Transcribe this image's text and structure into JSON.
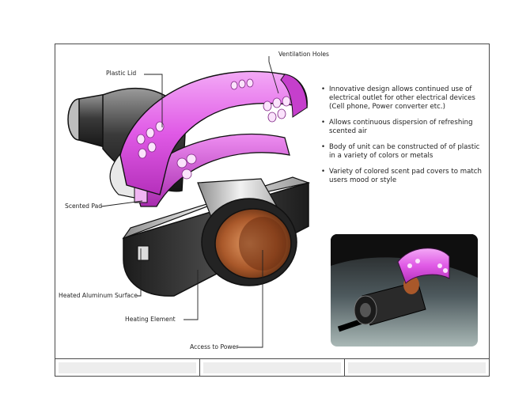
{
  "features": [
    "Innovative design allows continued use of electrical outlet for other electrical devices (Cell phone, Power converter etc.)",
    "Allows continuous dispersion of refreshing scented air",
    "Body of unit can be constructed of of plastic in a variety of colors or metals",
    "Variety of colored scent pad covers to match users mood or style"
  ],
  "callouts": {
    "plastic_lid": "Plastic Lid",
    "ventilation_holes": "Ventilation Holes",
    "scented_pad": "Scented Pad",
    "heated_aluminum_surface": "Heated Aluminum Surface",
    "heating_element": "Heating Element",
    "access_to_power": "Access to Power"
  },
  "colors": {
    "lid_magenta": "#e05ae6",
    "body_dark": "#2a2a2a",
    "aluminum": "#c9c9c9",
    "copper": "#b86a3c"
  }
}
